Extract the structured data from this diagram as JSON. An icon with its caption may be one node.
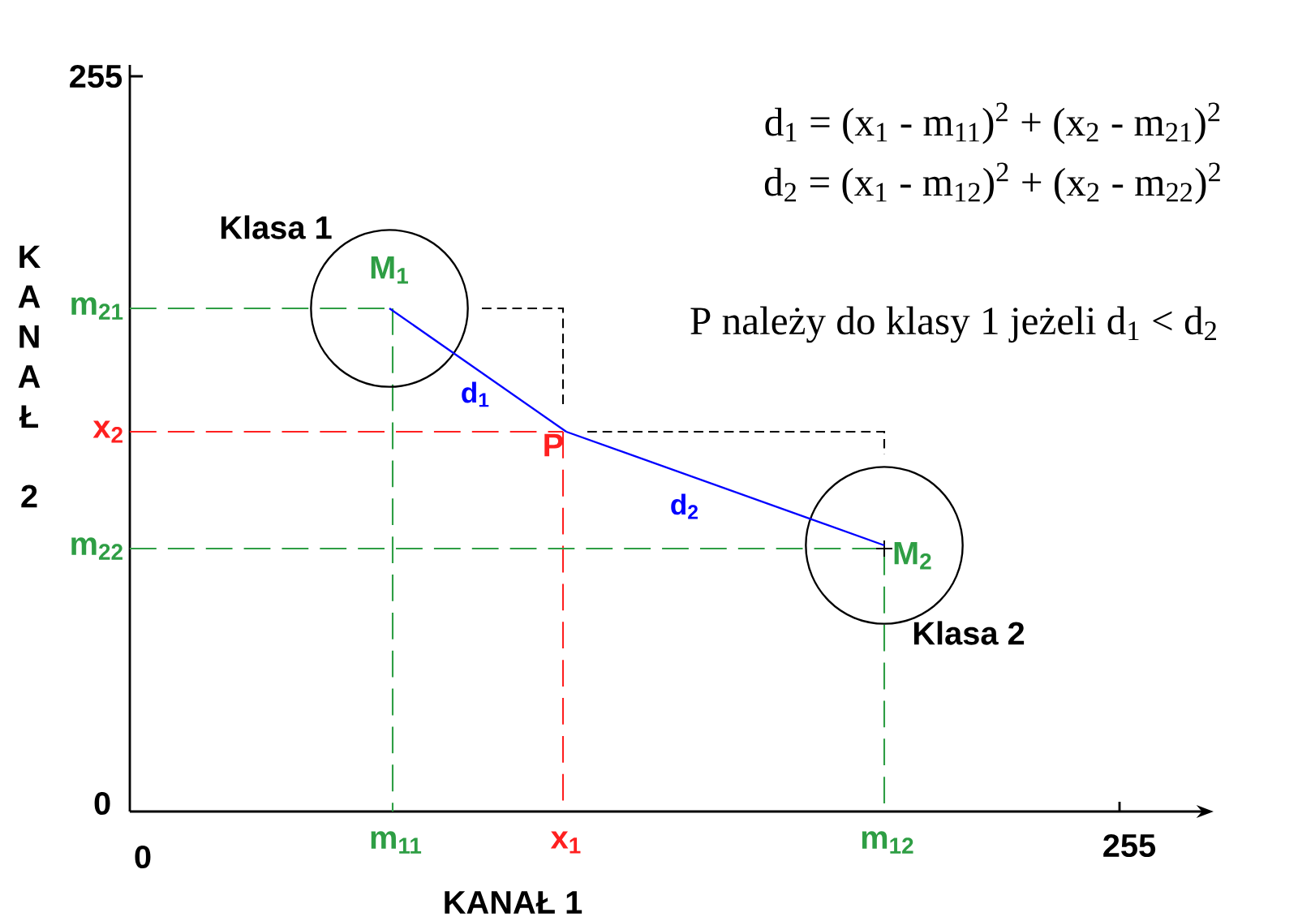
{
  "diagram": {
    "nodes": [
      {
        "text": [
          "M$_{1}$"
        ],
        "beside": [
          "Klasa 1"
        ]
      },
      {
        "text": [
          "P"
        ]
      },
      {
        "text": [
          "M$_{2}$"
        ],
        "beside": [
          "Klasa 2"
        ]
      }
    ],
    "edges": [
      {
        "from": 0,
        "to": 1,
        "arrow": "none",
        "label": "d$_{1}$"
      },
      {
        "from": 1,
        "to": 2,
        "arrow": "none",
        "label": "d$_{2}$"
      }
    ],
    "labels": [
      "255",
      "0",
      "0",
      "255",
      "m$_{21}$",
      "x$_{2}$",
      "m$_{22}$",
      "m$_{11}$",
      "x$_{1}$",
      "m$_{12}$",
      "KANAŁ 1",
      "KANAŁ 2",
      "d$_{1}$ = (x$_{1}$ - m$_{11}$)$^{2}$ + (x$_{2}$ - m$_{21}$)$^{2}$",
      "d$_{2}$ = (x$_{1}$ - m$_{12}$)$^{2}$ + (x$_{2}$ - m$_{22}$)$^{2}$",
      "P należy do klasy 1 jeżeli d$_{1}$ < d$_{2}$"
    ]
  }
}
